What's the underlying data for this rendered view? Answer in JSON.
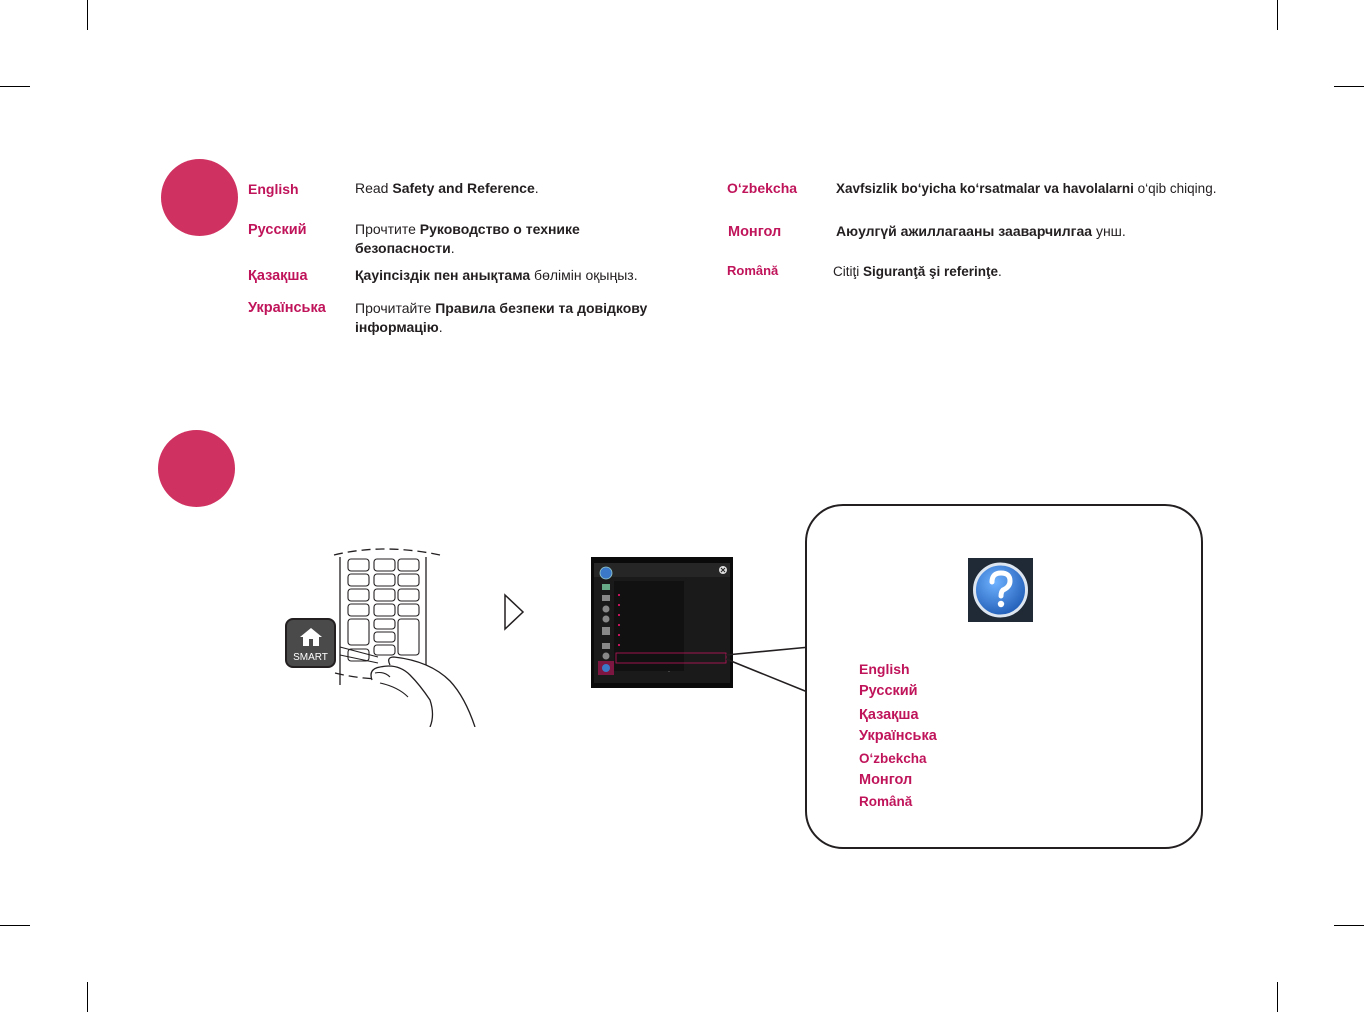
{
  "step1": {
    "left_entries": [
      {
        "lang": "English",
        "pre": "Read ",
        "bold": "Safety and Reference",
        "post": "."
      },
      {
        "lang": "Русский",
        "pre": "Прочтите ",
        "bold": "Руководство о технике безопасности",
        "post": "."
      },
      {
        "lang": "Қазақша",
        "pre": "",
        "bold": "Қауіпсіздік пен анықтама",
        "post": " бөлімін оқыңыз."
      },
      {
        "lang": "Українська",
        "pre": "Прочитайте ",
        "bold": "Правила безпеки та довідкову інформацію",
        "post": "."
      }
    ],
    "right_entries": [
      {
        "lang": "O‘zbekcha",
        "pre": "",
        "bold": "Xavfsizlik bo‘yicha ko‘rsatmalar va havolalarni",
        "post": " o‘qib chiqing."
      },
      {
        "lang": "Монгол",
        "pre": "",
        "bold": "Аюулгүй ажиллагааны зааварчилгаа",
        "post": " унш."
      },
      {
        "lang": "Română",
        "pre": "Citiţi ",
        "bold": "Siguranţă şi referinţe",
        "post": "."
      }
    ]
  },
  "step2": {
    "remote_button_label": "SMART",
    "callout_languages": [
      "English",
      "Русский",
      "Қазақша",
      "Українська",
      "O‘zbekcha",
      "Монгол",
      "Română"
    ]
  },
  "colors": {
    "accent": "#cf3260",
    "language_label": "#c0145a",
    "text": "#231f20"
  }
}
